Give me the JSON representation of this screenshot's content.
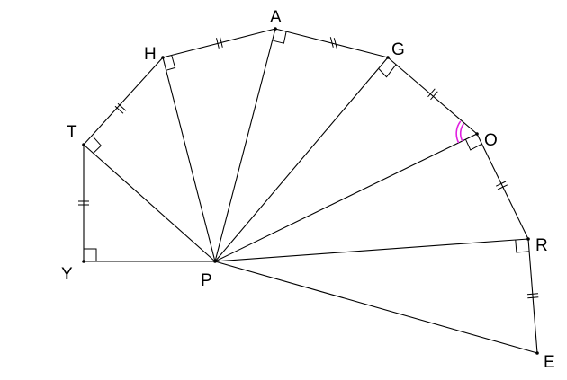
{
  "diagram": {
    "points": {
      "Y": "Y",
      "T": "T",
      "H": "H",
      "A": "A",
      "G": "G",
      "O": "O",
      "R": "R",
      "E": "E",
      "P": "P"
    },
    "colors": {
      "stroke": "#000000",
      "angle_marker": "#e020e0"
    }
  }
}
